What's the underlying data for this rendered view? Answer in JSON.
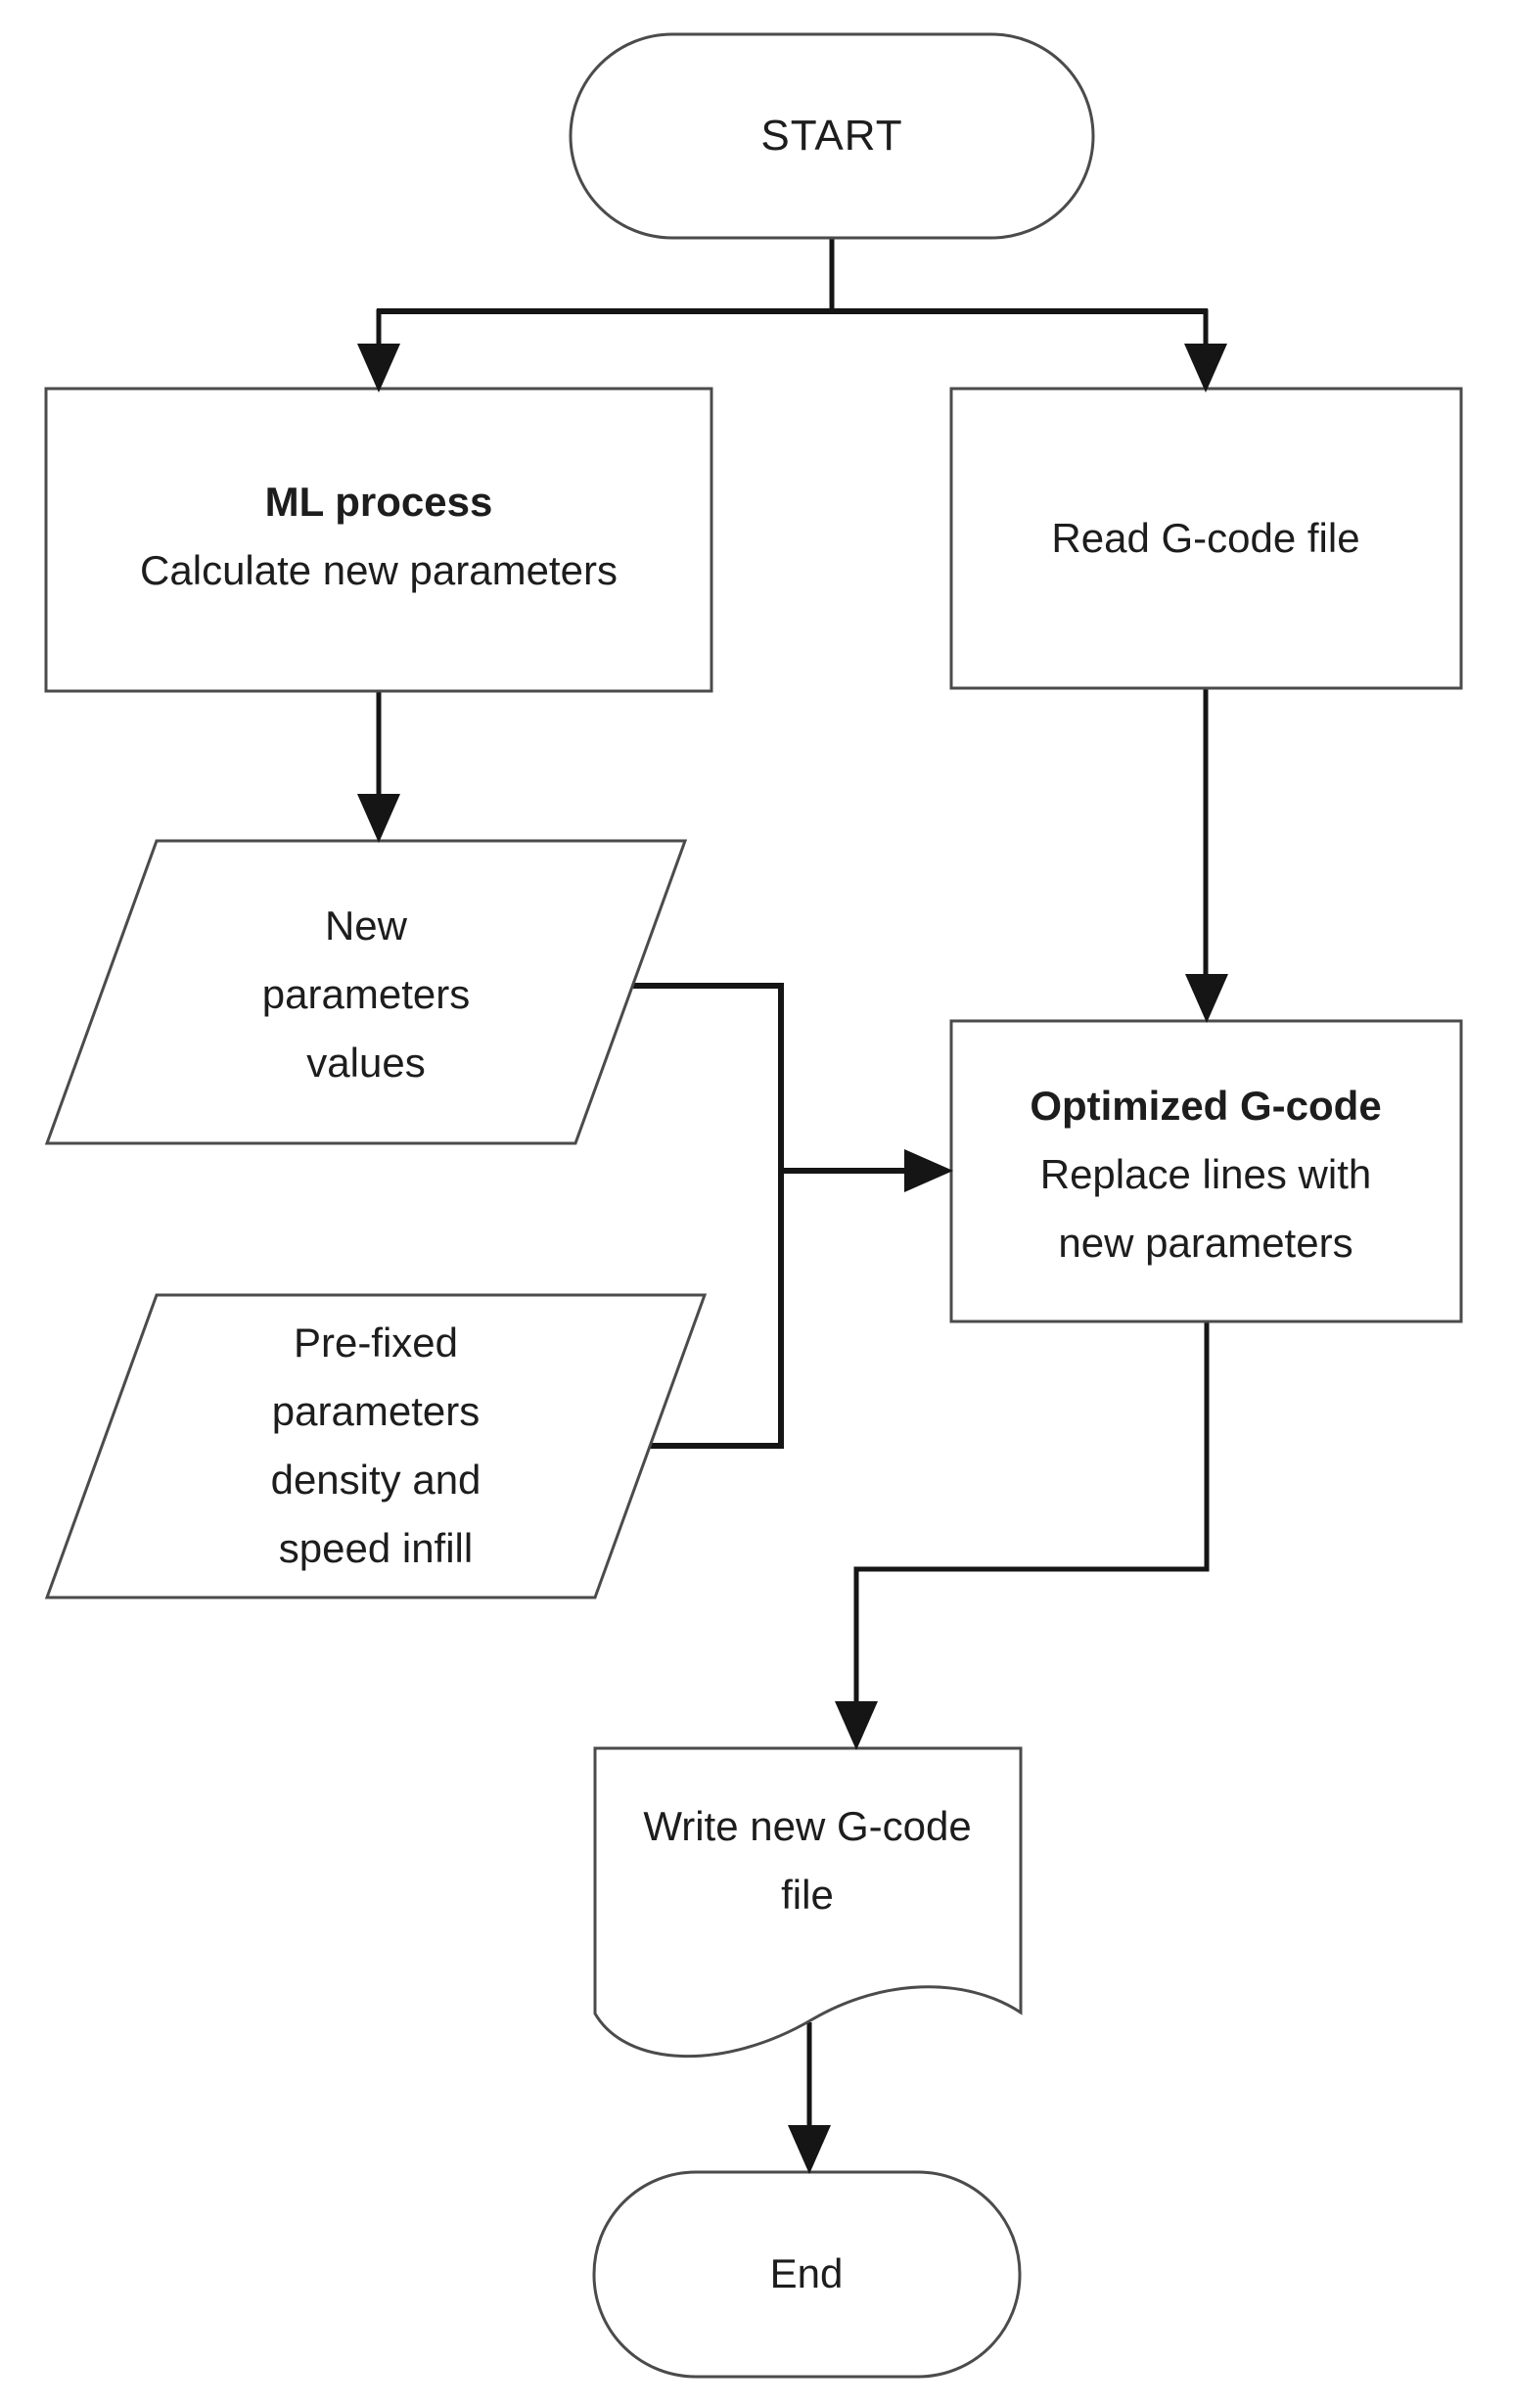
{
  "flowchart": {
    "nodes": {
      "start": {
        "label": "START",
        "shape": "terminator"
      },
      "ml_process": {
        "line1": "ML process",
        "line2": "Calculate new parameters",
        "shape": "process"
      },
      "read_gcode": {
        "label": "Read G-code file",
        "shape": "process"
      },
      "new_params": {
        "line1": "New",
        "line2": "parameters",
        "line3": "values",
        "shape": "data"
      },
      "prefixed_params": {
        "line1": "Pre-fixed",
        "line2": "parameters",
        "line3": "density and",
        "line4": "speed infill",
        "shape": "data"
      },
      "optimized_gcode": {
        "line1": "Optimized G-code",
        "line2": "Replace lines with",
        "line3": "new parameters",
        "shape": "process"
      },
      "write_gcode": {
        "line1": "Write new G-code",
        "line2": "file",
        "shape": "document"
      },
      "end": {
        "label": "End",
        "shape": "terminator"
      }
    },
    "edges": [
      {
        "from": "start",
        "to": "ml_process"
      },
      {
        "from": "start",
        "to": "read_gcode"
      },
      {
        "from": "ml_process",
        "to": "new_params"
      },
      {
        "from": "read_gcode",
        "to": "optimized_gcode"
      },
      {
        "from": "new_params",
        "to": "optimized_gcode"
      },
      {
        "from": "prefixed_params",
        "to": "optimized_gcode"
      },
      {
        "from": "optimized_gcode",
        "to": "write_gcode"
      },
      {
        "from": "write_gcode",
        "to": "end"
      }
    ],
    "colors": {
      "shape_stroke": "#4b4b4b",
      "connector": "#151515",
      "text": "#1d1d1d",
      "fill": "#ffffff"
    }
  }
}
